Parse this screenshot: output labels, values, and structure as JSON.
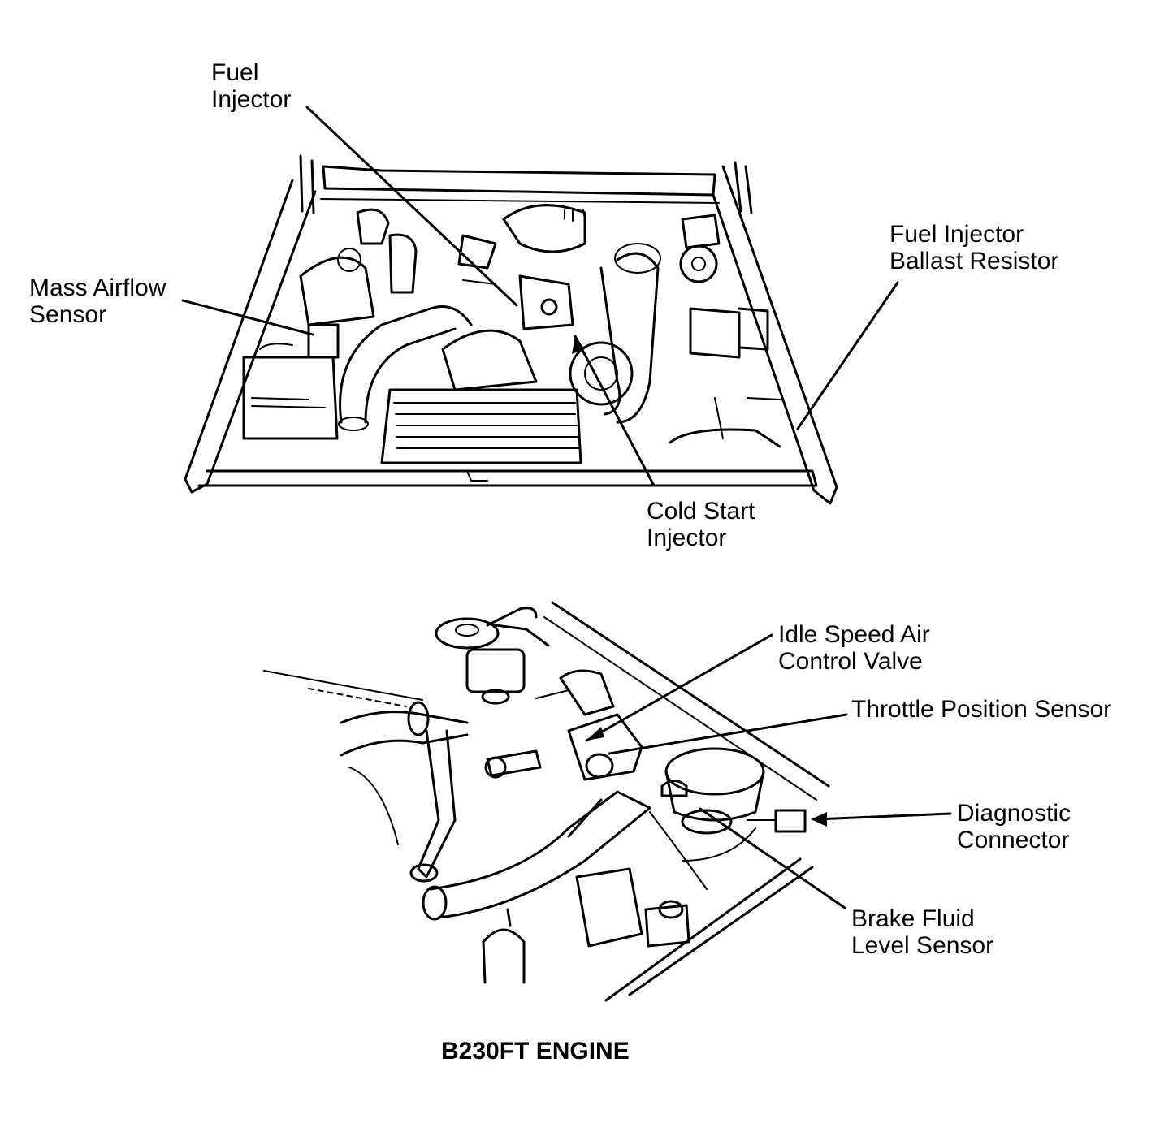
{
  "top_view": {
    "labels": {
      "fuel_injector": [
        "Fuel",
        "Injector"
      ],
      "mass_airflow_sensor": [
        "Mass Airflow",
        "Sensor"
      ],
      "ballast_resistor": [
        "Fuel Injector",
        "Ballast Resistor"
      ],
      "cold_start_injector": [
        "Cold Start",
        "Injector"
      ]
    }
  },
  "bottom_view": {
    "labels": {
      "idle_speed_valve": [
        "Idle Speed Air",
        "Control Valve"
      ],
      "throttle_position_sensor": [
        "Throttle Position Sensor"
      ],
      "diagnostic_connector": [
        "Diagnostic",
        "Connector"
      ],
      "brake_fluid_sensor": [
        "Brake Fluid",
        "Level Sensor"
      ]
    }
  },
  "caption": "B230FT ENGINE"
}
